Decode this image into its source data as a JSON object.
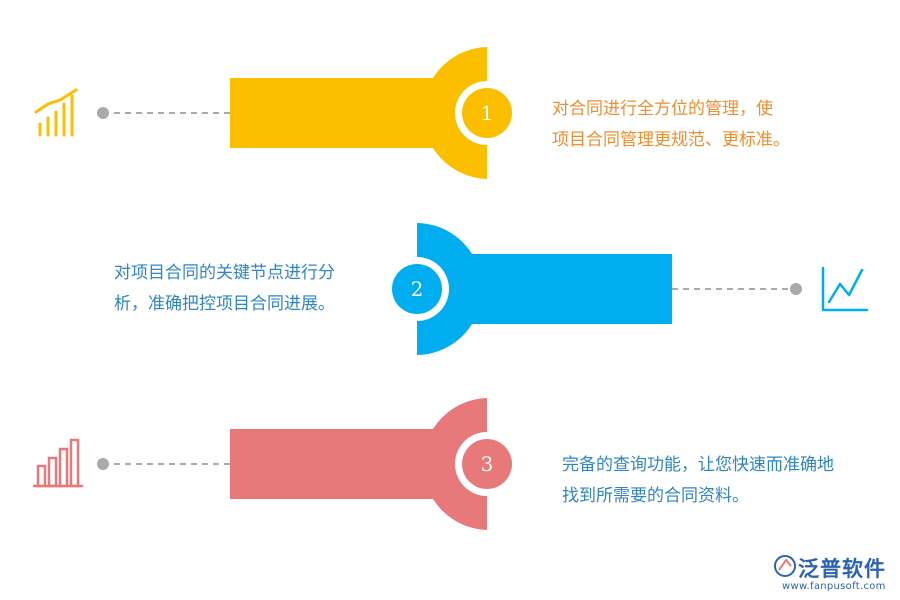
{
  "colors": {
    "yellow": "#fbbf00",
    "blue": "#00aeef",
    "red": "#e8797a",
    "gray": "#aaaaaa"
  },
  "steps": [
    {
      "number": "1",
      "lines": [
        "对合同进行全方位的管理，使",
        "项目合同管理更规范、更标准。"
      ],
      "icon": "rising-bars-chart-icon",
      "color": "#fbbf00"
    },
    {
      "number": "2",
      "lines": [
        "对项目合同的关键节点进行分",
        "析，准确把控项目合同进展。"
      ],
      "icon": "line-chart-icon",
      "color": "#00aeef"
    },
    {
      "number": "3",
      "lines": [
        "完备的查询功能，让您快速而准确地",
        "找到所需要的合同资料。"
      ],
      "icon": "bar-chart-icon",
      "color": "#e8797a"
    }
  ],
  "brand": {
    "name": "泛普软件",
    "url": "www.fanpusoft.com"
  }
}
